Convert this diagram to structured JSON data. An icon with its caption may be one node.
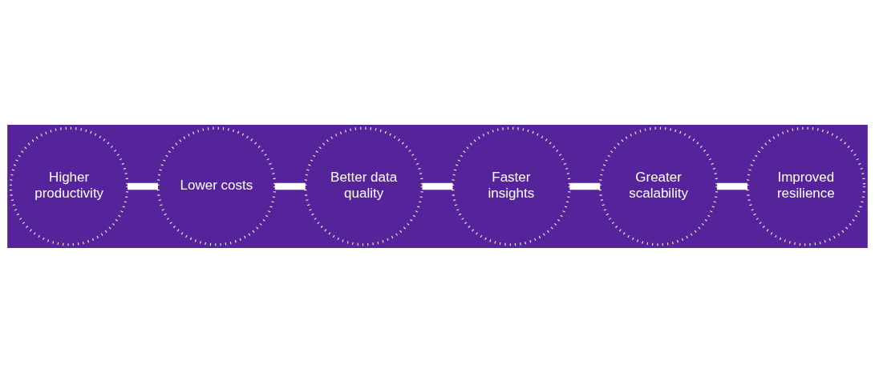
{
  "diagram": {
    "nodes": [
      {
        "text": [
          "Higher productivity"
        ]
      },
      {
        "text": [
          "Lower costs"
        ]
      },
      {
        "text": [
          "Better data quality"
        ]
      },
      {
        "text": [
          "Faster insights"
        ]
      },
      {
        "text": [
          "Greater scalability"
        ]
      },
      {
        "text": [
          "Improved resilience"
        ]
      }
    ],
    "edges": [
      {
        "from": 0,
        "to": 1,
        "arrow": "none"
      },
      {
        "from": 1,
        "to": 2,
        "arrow": "none"
      },
      {
        "from": 2,
        "to": 3,
        "arrow": "none"
      },
      {
        "from": 3,
        "to": 4,
        "arrow": "none"
      },
      {
        "from": 4,
        "to": 5,
        "arrow": "none"
      }
    ]
  }
}
